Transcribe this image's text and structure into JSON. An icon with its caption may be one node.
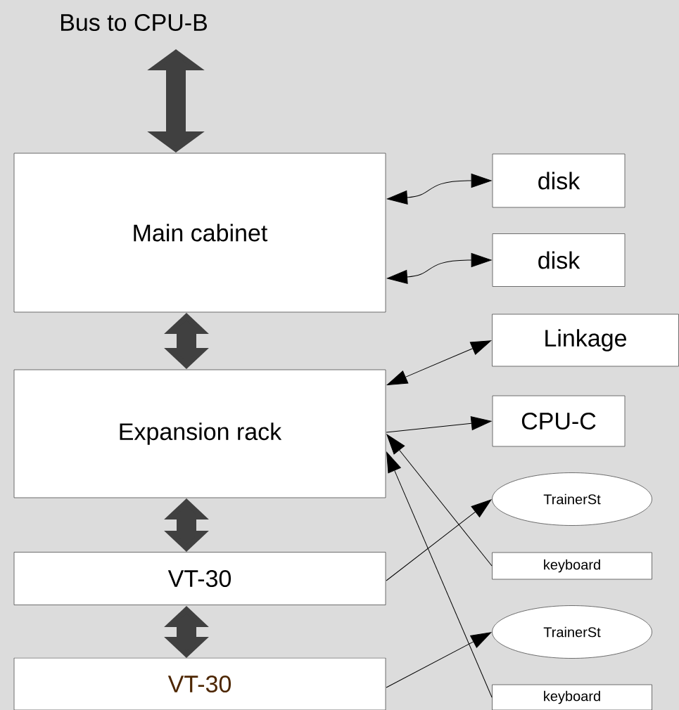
{
  "diagram": {
    "nodes": [
      {
        "text": [
          "Bus to CPU-B"
        ]
      },
      {
        "text": [
          "Main cabinet"
        ]
      },
      {
        "text": [
          "disk"
        ]
      },
      {
        "text": [
          "disk"
        ]
      },
      {
        "text": [
          "Linkage"
        ]
      },
      {
        "text": [
          "Expansion rack"
        ]
      },
      {
        "text": [
          "CPU-C"
        ]
      },
      {
        "text": [
          "TrainerSt"
        ]
      },
      {
        "text": [
          "keyboard"
        ]
      },
      {
        "text": [
          "VT-30"
        ]
      },
      {
        "text": [
          "TrainerSt"
        ]
      },
      {
        "text": [
          "keyboard"
        ]
      },
      {
        "text": [
          "VT-30"
        ]
      }
    ],
    "edges": [
      {
        "from": 0,
        "to": 1,
        "arrow": "both",
        "style": "thick",
        "color": "#404040"
      },
      {
        "from": 2,
        "to": 1,
        "arrow": "both"
      },
      {
        "from": 3,
        "to": 1,
        "arrow": "both"
      },
      {
        "from": 1,
        "to": 5,
        "arrow": "both",
        "style": "thick",
        "color": "#404040"
      },
      {
        "from": 4,
        "to": 5,
        "arrow": "both"
      },
      {
        "from": 5,
        "to": 6,
        "arrow": "to"
      },
      {
        "from": 8,
        "to": 5,
        "arrow": "to"
      },
      {
        "from": 11,
        "to": 5,
        "arrow": "to"
      },
      {
        "from": 5,
        "to": 9,
        "arrow": "both",
        "style": "thick",
        "color": "#404040"
      },
      {
        "from": 9,
        "to": 7,
        "arrow": "to"
      },
      {
        "from": 9,
        "to": 12,
        "arrow": "both",
        "style": "thick",
        "color": "#404040"
      },
      {
        "from": 12,
        "to": 10,
        "arrow": "to"
      }
    ]
  }
}
